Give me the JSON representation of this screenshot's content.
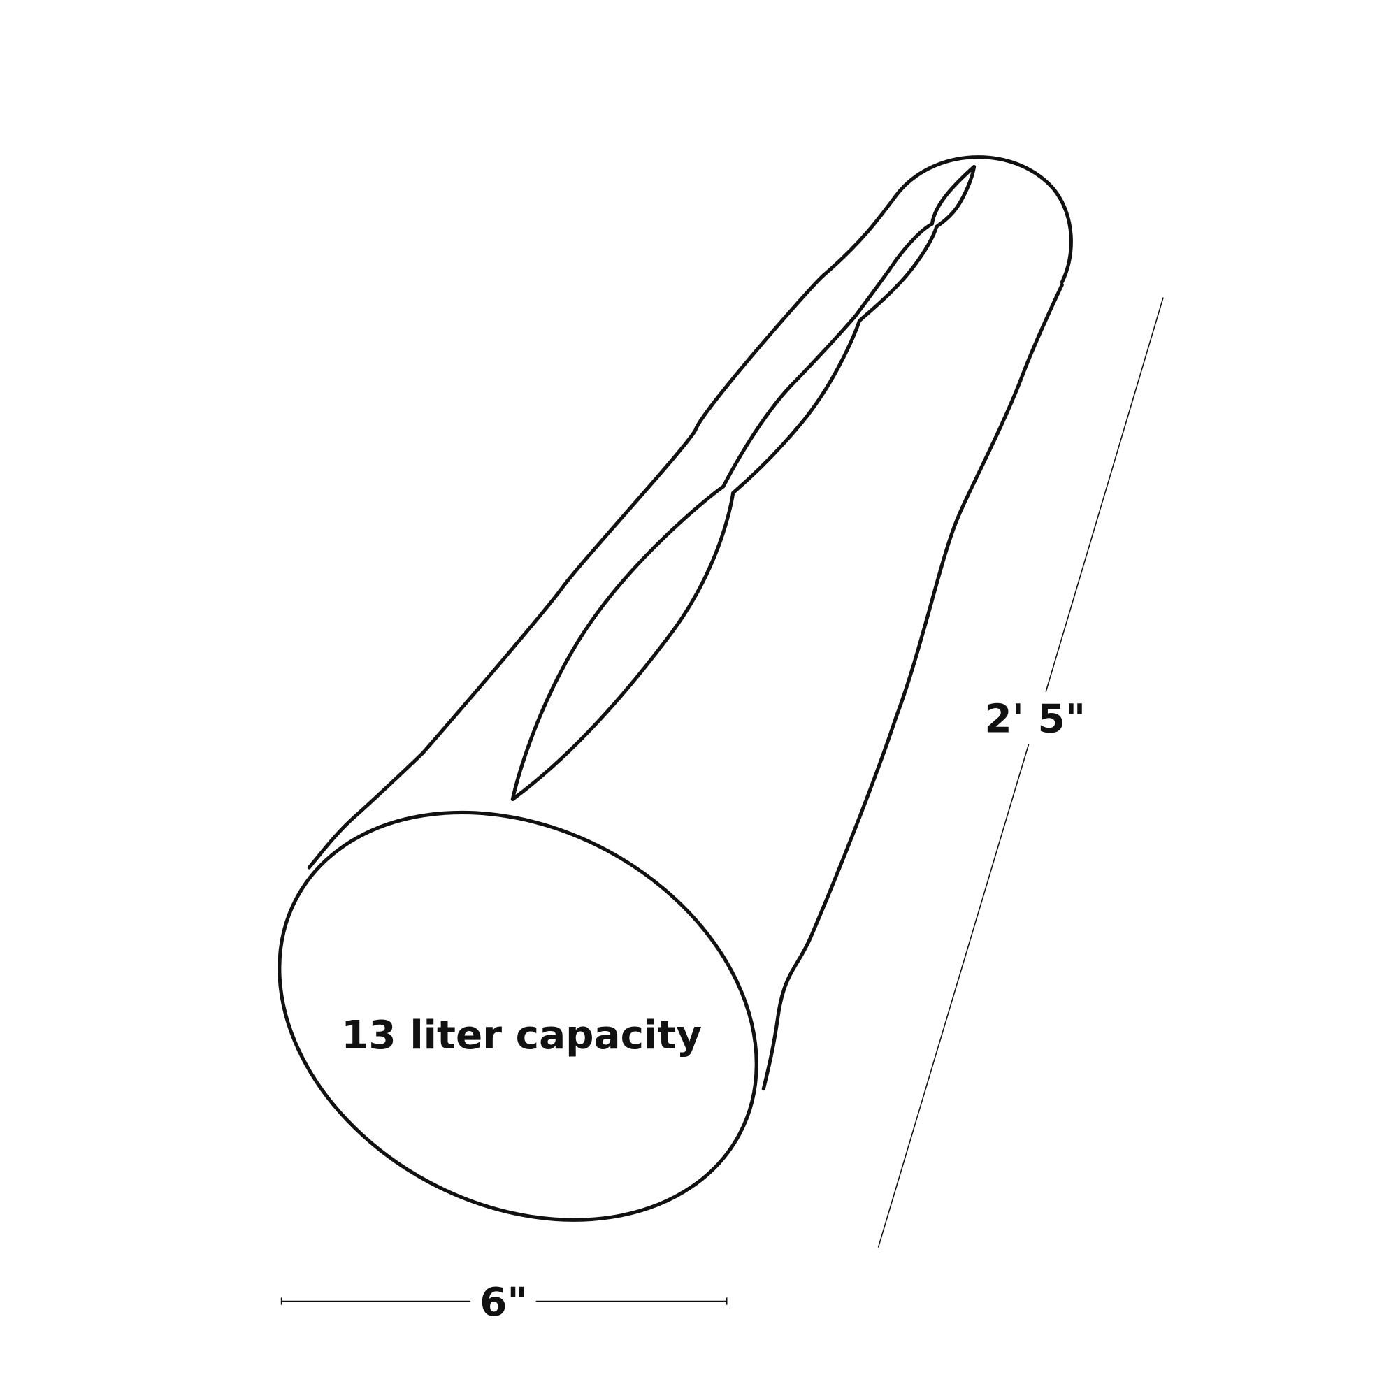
{
  "diagram": {
    "capacity_label": "13 liter capacity",
    "width_label": "6\"",
    "length_label": "2' 5\"",
    "stroke_color": "#111111",
    "background_color": "#ffffff"
  }
}
